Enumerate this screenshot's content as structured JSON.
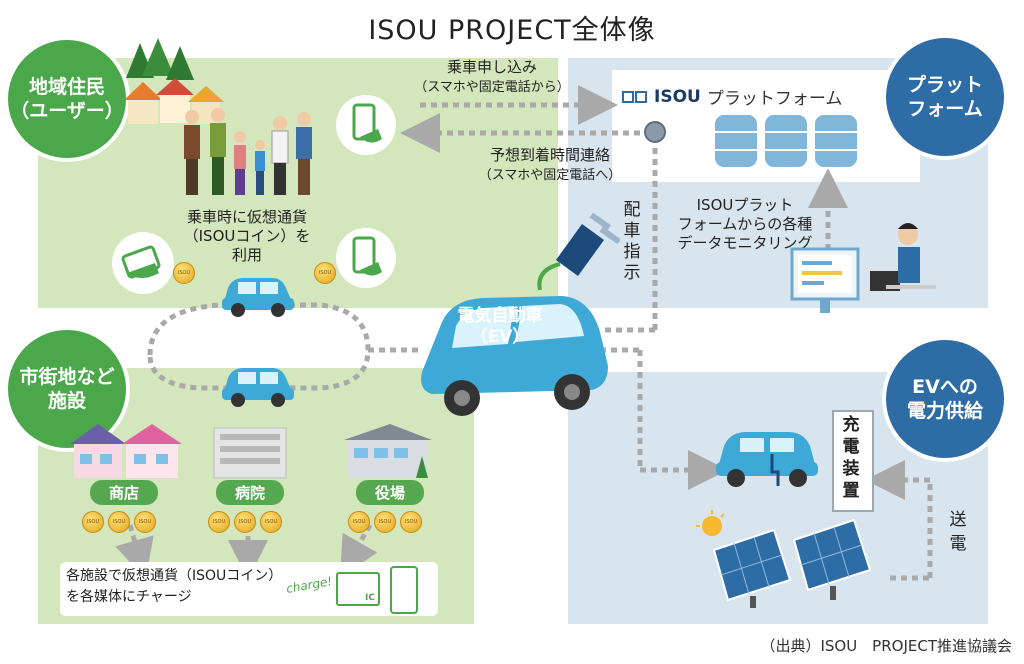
{
  "title": "ISOU PROJECT全体像",
  "nodes": {
    "residents": "地域住民\n（ユーザー）",
    "platform": "プラット\nフォーム",
    "city": "市街地など\n施設",
    "power": "EVへの\n電力供給"
  },
  "labels": {
    "ride_request": "乗車申し込み",
    "ride_request_sub": "（スマホや固定電話から）",
    "arrival_notice": "予想到着時間連絡",
    "arrival_notice_sub": "（スマホや固定電話へ）",
    "use_coin": "乗車時に仮想通貨\n（ISOUコイン）を\n利用",
    "dispatch": "配\n車\n指\n示",
    "monitoring": "ISOUプラット\nフォームからの各種\nデータモニタリング",
    "ev": "電気自動車\n（EV）",
    "charger": "充\n電\n装\n置",
    "transmission": "送\n電",
    "charge_note": "各施設で仮想通貨（ISOUコイン）\nを各媒体にチャージ",
    "charge_script": "charge!",
    "ic": "IC",
    "platform_name": "プラットフォーム",
    "logo_text": "ISOU",
    "coin_text": "ISOU"
  },
  "facilities": [
    "商店",
    "病院",
    "役場"
  ],
  "source": "（出典）ISOU　PROJECT推進協議会",
  "colors": {
    "green_panel": "#d3e6bc",
    "blue_panel": "#d8e5ef",
    "green_node": "#4aa84a",
    "blue_node": "#2e6ca6",
    "car": "#3ea9d6",
    "arrow": "#a9a9a9"
  }
}
